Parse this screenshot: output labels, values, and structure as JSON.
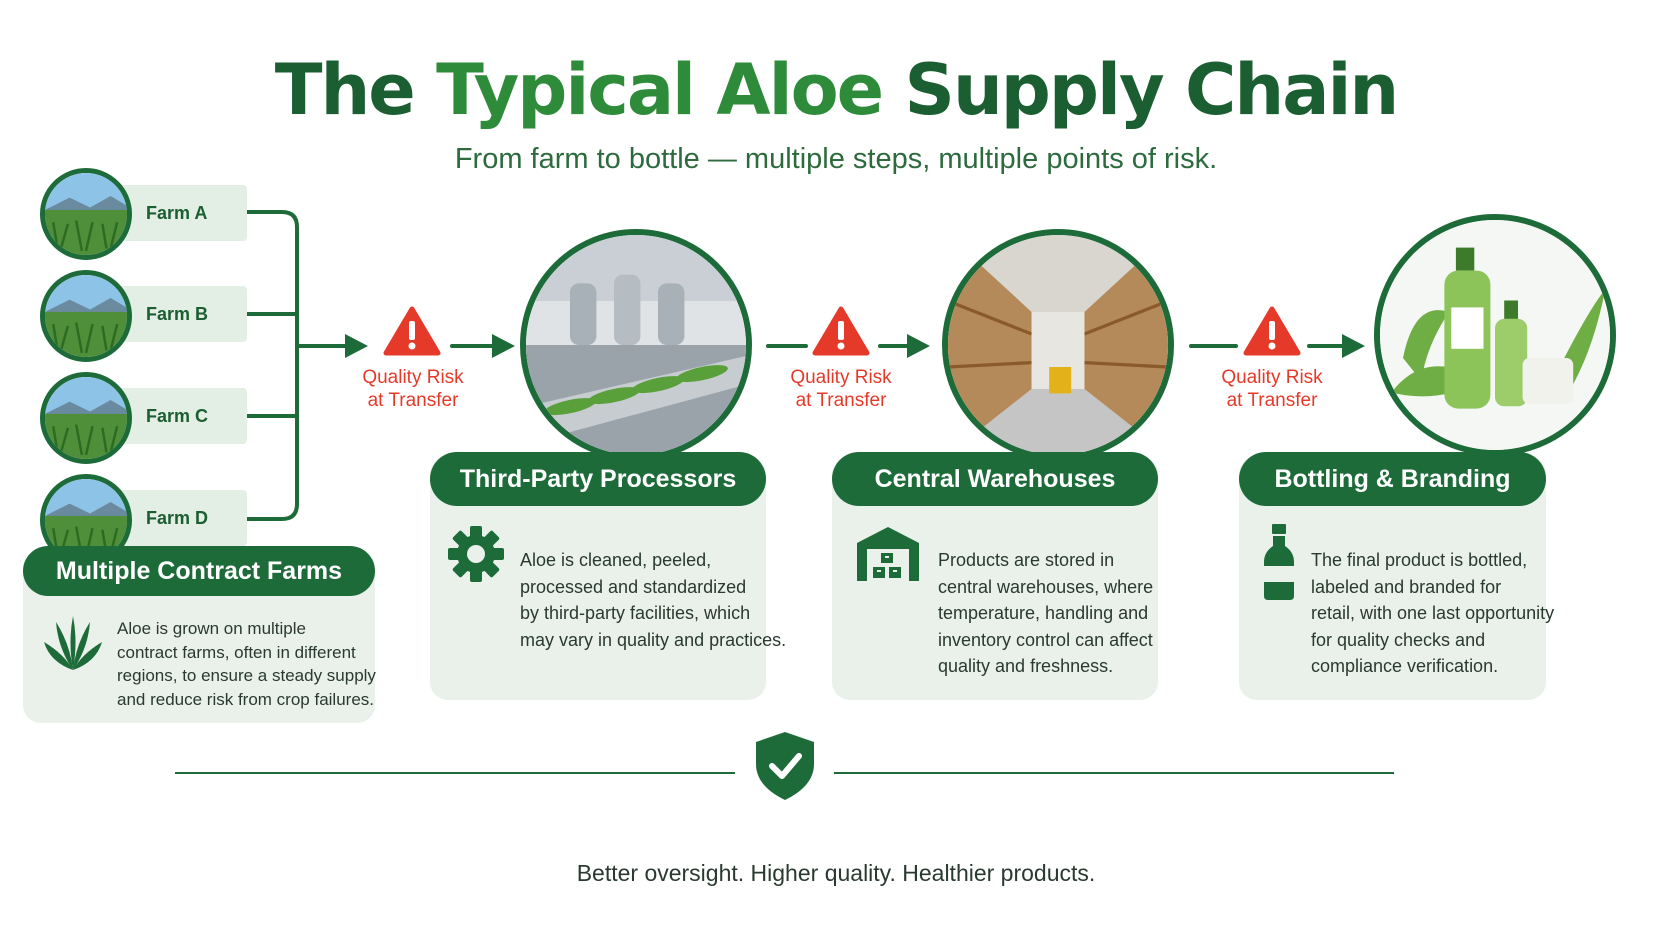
{
  "header": {
    "title_part1": "The ",
    "title_part2": "Typical Aloe",
    "title_part3": " Supply Chain",
    "subtitle": "From farm to bottle — multiple steps, multiple points of risk."
  },
  "farms": [
    {
      "label": "Farm A"
    },
    {
      "label": "Farm B"
    },
    {
      "label": "Farm C"
    },
    {
      "label": "Farm D"
    }
  ],
  "risks": [
    {
      "line1": "Quality Risk",
      "line2": "at Transfer"
    },
    {
      "line1": "Quality Risk",
      "line2": "at Transfer"
    },
    {
      "line1": "Quality Risk",
      "line2": "at Transfer"
    }
  ],
  "cards": {
    "farms": {
      "title": "Multiple Contract Farms",
      "text": [
        "Aloe is grown on multiple",
        "contract farms,  often in different",
        "regions, to ensure a steady supply",
        "and reduce risk from crop failures."
      ],
      "icon": "aloe-plant-icon"
    },
    "processors": {
      "title": "Third-Party Processors",
      "text": [
        "Aloe is cleaned,  peeled,",
        "processed and standardized",
        "by third-party facilities, which",
        "may vary in quality and practices."
      ],
      "icon": "gear-icon"
    },
    "warehouses": {
      "title": "Central Warehouses",
      "text": [
        "Products are stored in",
        "central warehouses, where",
        "temperature, handling and",
        "inventory control can affect",
        "quality and freshness."
      ],
      "icon": "warehouse-icon"
    },
    "bottling": {
      "title": "Bottling & Branding",
      "text": [
        "The final product is bottled,",
        "labeled and branded for",
        "retail, with one last opportunity",
        "for quality checks and",
        "compliance verification."
      ],
      "icon": "bottle-icon"
    }
  },
  "footer": {
    "tagline": "Better oversight. Higher quality. Healthier products.",
    "icon": "shield-check-icon"
  },
  "colors": {
    "primary_green": "#1e6b3a",
    "light_green": "#e9f1ea",
    "risk_red": "#e53a2a"
  }
}
